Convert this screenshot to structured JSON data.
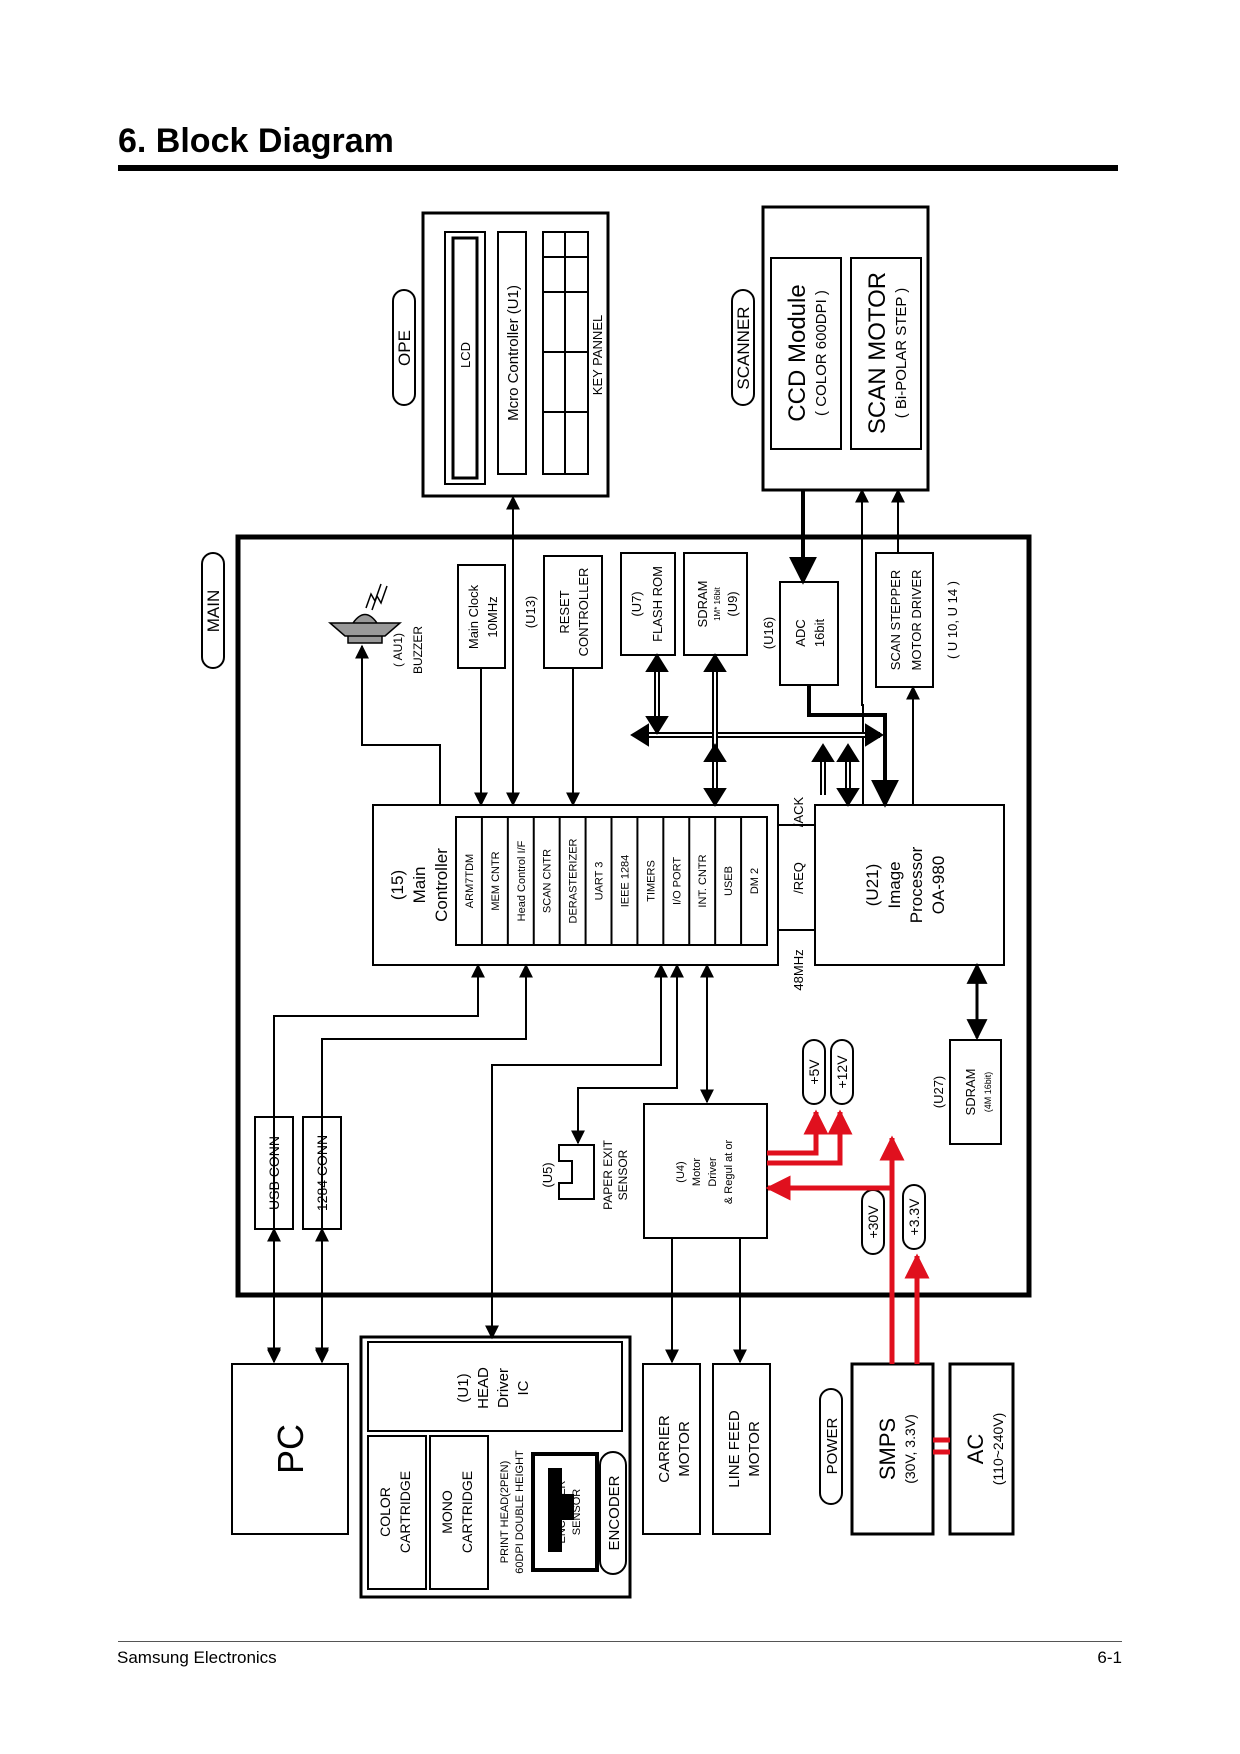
{
  "header": {
    "title": "6. Block Diagram"
  },
  "footer": {
    "company": "Samsung Electronics",
    "page": "6-1"
  },
  "colors": {
    "power_lines": "#e0101e",
    "ink": "#000000"
  },
  "labels": {
    "ope": "OPE",
    "lcd": "LCD",
    "micro_controller": "Mcro Controller (U1)",
    "key_pannel": "KEY PANNEL",
    "scanner": "SCANNER",
    "ccd_module": "CCD Module",
    "ccd_module_sub": "( COLOR 600DPI )",
    "scan_motor": "SCAN MOTOR",
    "scan_motor_sub": "( Bi-POLAR STEP )",
    "main": "MAIN",
    "buzzer_ref": "( AU1)",
    "buzzer": "BUZZER",
    "main_clock_1": "Main Clock",
    "main_clock_2": "10MHz",
    "u13": "(U13)",
    "reset_1": "RESET",
    "reset_2": "CONTROLLER",
    "u7": "(U7)",
    "flash_rom": "FLASH ROM",
    "sdram_u9": "SDRAM",
    "sdram_u9_sub": "1M* 16bit",
    "u9": "(U9)",
    "u16": "(U16)",
    "adc_1": "ADC",
    "adc_2": "16bit",
    "scan_stepper_1": "SCAN STEPPER",
    "scan_stepper_2": "MOTOR DRIVER",
    "u10_u14": "( U 10, U 14 )",
    "main_ctrl_1": "(15)",
    "main_ctrl_2": "Main",
    "main_ctrl_3": "Controller",
    "ack": "/ACK",
    "req": "/REQ",
    "mhz": "48MHz",
    "img_proc_1": "(U21)",
    "img_proc_2": "Image",
    "img_proc_3": "Processor",
    "img_proc_4": "OA-980",
    "u27": "(U27)",
    "sdram_u27": "SDRAM",
    "sdram_u27_sub": "(4M 16bit)",
    "plus5v": "+5V",
    "plus12v": "+12V",
    "plus30v": "+30V",
    "plus33v": "+3.3V",
    "usb_conn": "USB CONN",
    "conn_1284": "1284 CONN",
    "u5": "(U5)",
    "paper_exit_1": "PAPER EXIT",
    "paper_exit_2": "SENSOR",
    "u4": "(U4)",
    "motor_1": "Motor",
    "motor_2": "Driver",
    "motor_3": "& Regul at or",
    "pc": "PC",
    "head_driver_1": "(U1)",
    "head_driver_2": "HEAD",
    "head_driver_3": "Driver",
    "head_driver_4": "IC",
    "color_cart_1": "COLOR",
    "color_cart_2": "CARTRIDGE",
    "mono_cart_1": "MONO",
    "mono_cart_2": "CARTRIDGE",
    "print_head_1": "PRINT HEAD(2PEN)",
    "print_head_2": "60DPI DOUBLE HEIGHT",
    "encoder_sensor_1": "ENCORDER",
    "encoder_sensor_2": "SENSOR",
    "encoder": "ENCODER",
    "carrier_1": "CARRIER",
    "carrier_2": "MOTOR",
    "line_feed_1": "LINE FEED",
    "line_feed_2": "MOTOR",
    "power": "POWER",
    "smps": "SMPS",
    "smps_sub": "(30V, 3.3V)",
    "ac": "AC",
    "ac_sub": "(110~240V)"
  },
  "controller_functions": [
    "ARM7TDM",
    "MEM CNTR",
    "Head Control I/F",
    "SCAN CNTR",
    "DERASTERIZER",
    "UART 3",
    "IEEE 1284",
    "TIMERS",
    "I/O PORT",
    "INT. CNTR",
    "USEB",
    "DM 2"
  ]
}
